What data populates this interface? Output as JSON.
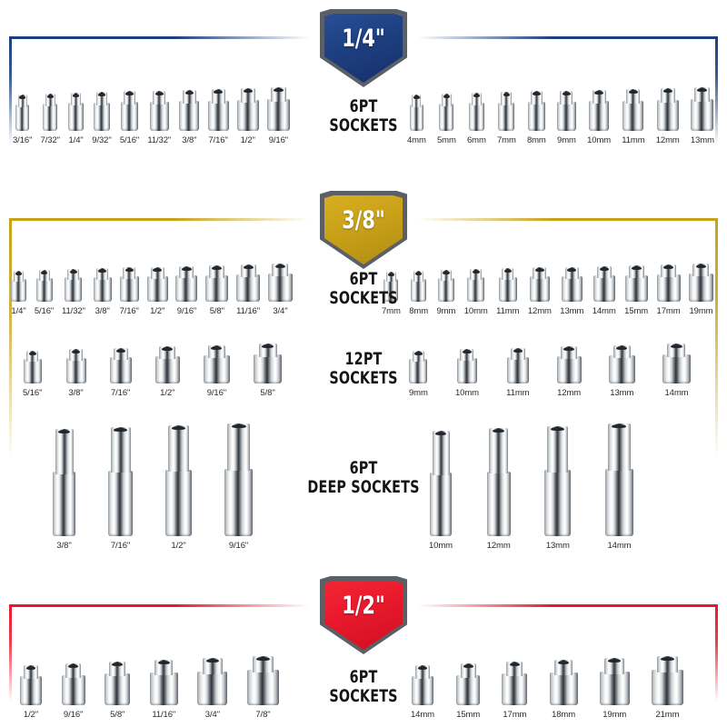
{
  "sections": [
    {
      "id": "quarter-inch",
      "drive_label": "1/4\"",
      "accent_color": "#1b3f7d",
      "rows": [
        {
          "id": "quarter-6pt",
          "label_line1": "6PT",
          "label_line2": "SOCKETS",
          "sae": [
            "3/16\"",
            "7/32\"",
            "1/4\"",
            "9/32\"",
            "5/16\"",
            "11/32\"",
            "3/8\"",
            "7/16\"",
            "1/2\"",
            "9/16\""
          ],
          "metric": [
            "4mm",
            "5mm",
            "6mm",
            "7mm",
            "8mm",
            "9mm",
            "10mm",
            "11mm",
            "12mm",
            "13mm"
          ]
        }
      ]
    },
    {
      "id": "three-eighths-inch",
      "drive_label": "3/8\"",
      "accent_color": "#c8a21a",
      "rows": [
        {
          "id": "threeeighths-6pt",
          "label_line1": "6PT",
          "label_line2": "SOCKETS",
          "sae": [
            "1/4\"",
            "5/16\"",
            "11/32\"",
            "3/8\"",
            "7/16\"",
            "1/2\"",
            "9/16\"",
            "5/8\"",
            "11/16\"",
            "3/4\""
          ],
          "metric": [
            "7mm",
            "8mm",
            "9mm",
            "10mm",
            "11mm",
            "12mm",
            "13mm",
            "14mm",
            "15mm",
            "17mm",
            "19mm"
          ]
        },
        {
          "id": "threeeighths-12pt",
          "label_line1": "12PT",
          "label_line2": "SOCKETS",
          "sae": [
            "5/16\"",
            "3/8\"",
            "7/16\"",
            "1/2\"",
            "9/16\"",
            "5/8\""
          ],
          "metric": [
            "9mm",
            "10mm",
            "11mm",
            "12mm",
            "13mm",
            "14mm"
          ]
        },
        {
          "id": "threeeighths-6pt-deep",
          "label_line1": "6PT",
          "label_line2": "DEEP SOCKETS",
          "sae": [
            "3/8\"",
            "7/16\"",
            "1/2\"",
            "9/16\""
          ],
          "metric": [
            "10mm",
            "12mm",
            "13mm",
            "14mm"
          ]
        }
      ]
    },
    {
      "id": "half-inch",
      "drive_label": "1/2\"",
      "accent_color": "#e8192c",
      "rows": [
        {
          "id": "half-6pt",
          "label_line1": "6PT",
          "label_line2": "SOCKETS",
          "sae": [
            "1/2\"",
            "9/16\"",
            "5/8\"",
            "11/16\"",
            "3/4\"",
            "7/8\""
          ],
          "metric": [
            "14mm",
            "15mm",
            "17mm",
            "18mm",
            "19mm",
            "21mm"
          ]
        }
      ]
    }
  ]
}
